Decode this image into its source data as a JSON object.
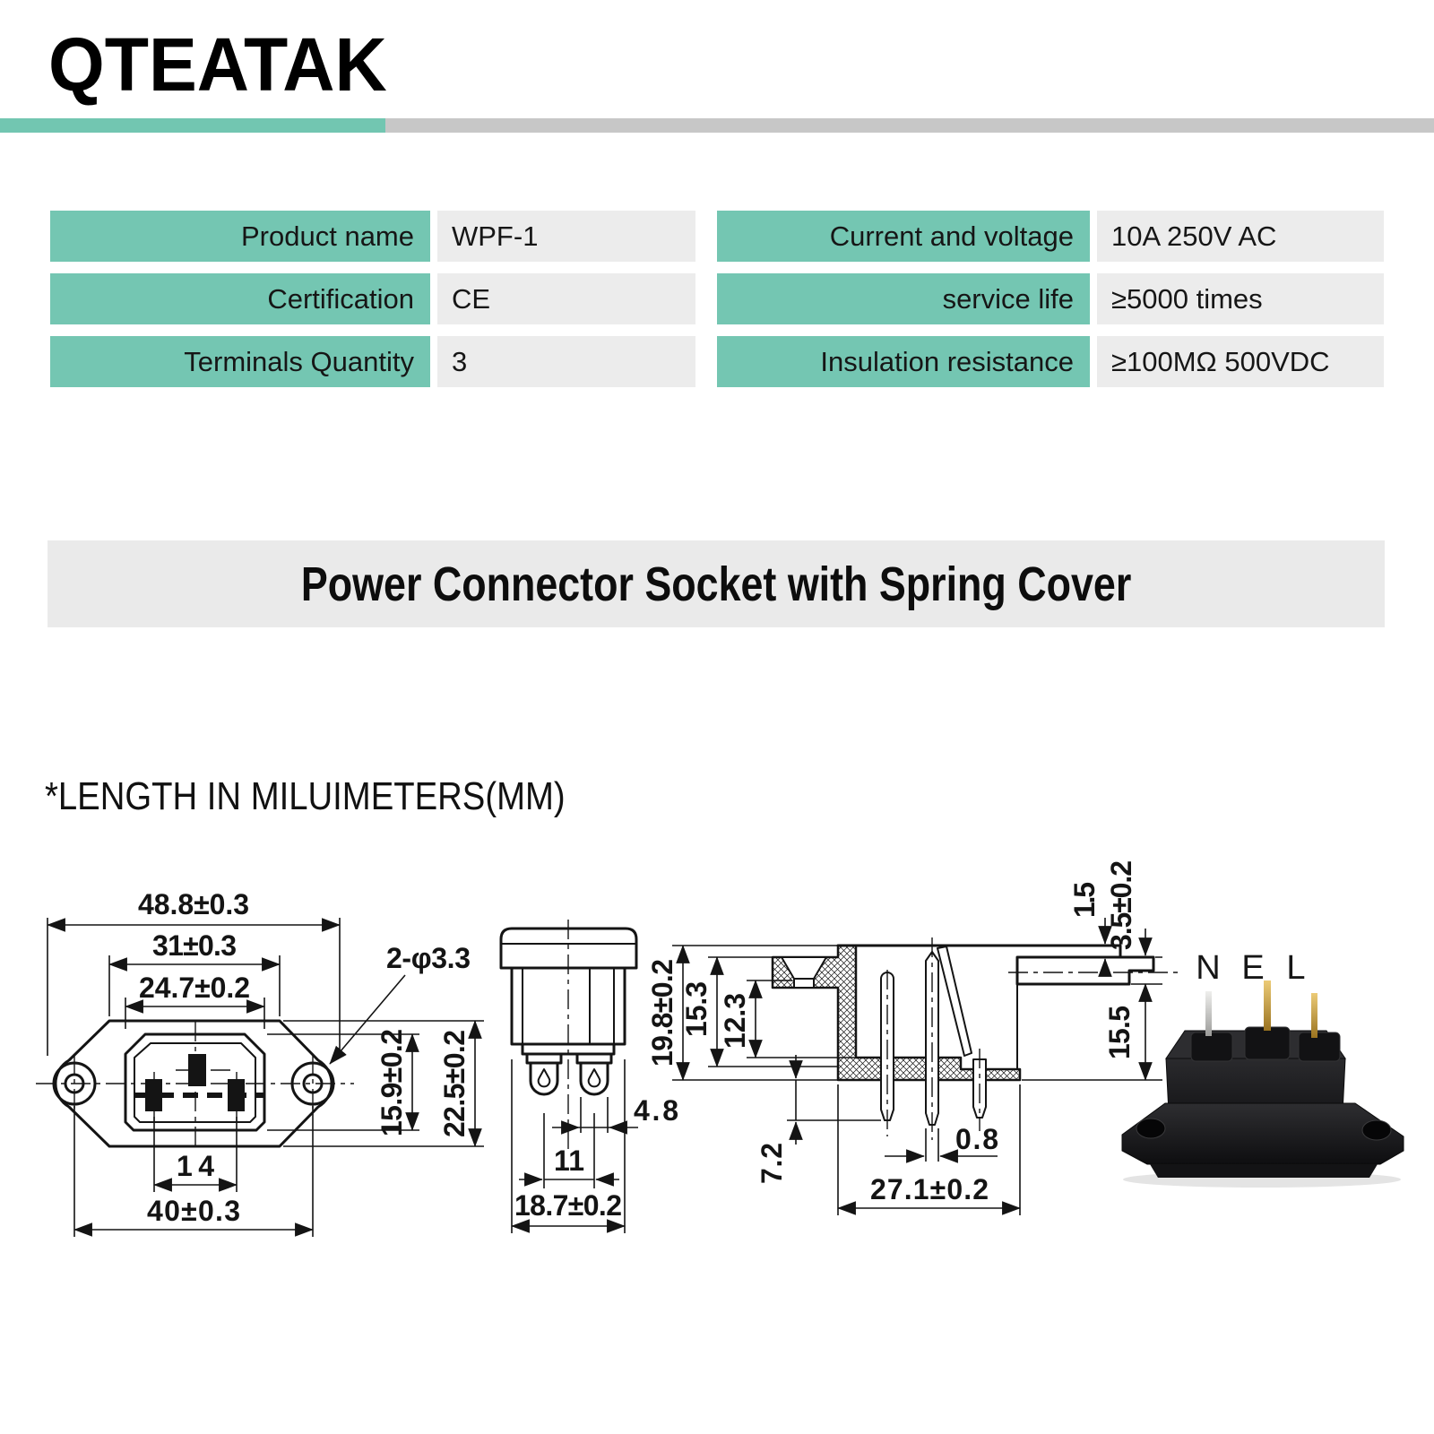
{
  "header": {
    "logo_text": "QTEATAK",
    "underline_teal": "#72c6b1",
    "underline_gray": "#c7c7c7"
  },
  "spec_tables": {
    "label_bg": "#74c6b2",
    "value_bg": "#ececec",
    "left": {
      "rows": [
        {
          "label": "Product name",
          "value": "WPF-1"
        },
        {
          "label": "Certification",
          "value": "CE"
        },
        {
          "label": "Terminals Quantity",
          "value": "3"
        }
      ]
    },
    "right": {
      "rows": [
        {
          "label": "Current and voltage",
          "value": "10A 250V AC"
        },
        {
          "label": "service life",
          "value": "≥5000 times"
        },
        {
          "label": "Insulation resistance",
          "value": "≥100MΩ 500VDC"
        }
      ]
    }
  },
  "banner": {
    "title": "Power Connector Socket with Spring Cover",
    "bg": "#eaeaea"
  },
  "note": "*LENGTH IN MILUIMETERS(MM)",
  "diagram": {
    "front": {
      "dims": {
        "overall_width": "48.8±0.3",
        "body_width": "31±0.3",
        "opening_width": "24.7±0.2",
        "mount_holes": "2-φ3.3",
        "opening_height": "15.9±0.2",
        "overall_height": "22.5±0.2",
        "pin_spacing": "14",
        "hole_spacing": "40±0.3"
      }
    },
    "side": {
      "dims": {
        "terminal_width": "4.8",
        "terminal_spacing": "11",
        "body_width": "18.7±0.2"
      }
    },
    "section": {
      "dims": {
        "overall_height": "19.8±0.2",
        "inner_height": "15.3",
        "cavity_depth": "12.3",
        "pin_length": "7.2",
        "pin_thickness": "0.8",
        "pin_span": "27.1±0.2",
        "lip_thickness": "1.5",
        "flange_thickness": "3.5±0.2",
        "mount_depth": "15.5"
      }
    },
    "photo": {
      "pin_labels": {
        "n": "N",
        "e": "E",
        "l": "L"
      }
    }
  }
}
